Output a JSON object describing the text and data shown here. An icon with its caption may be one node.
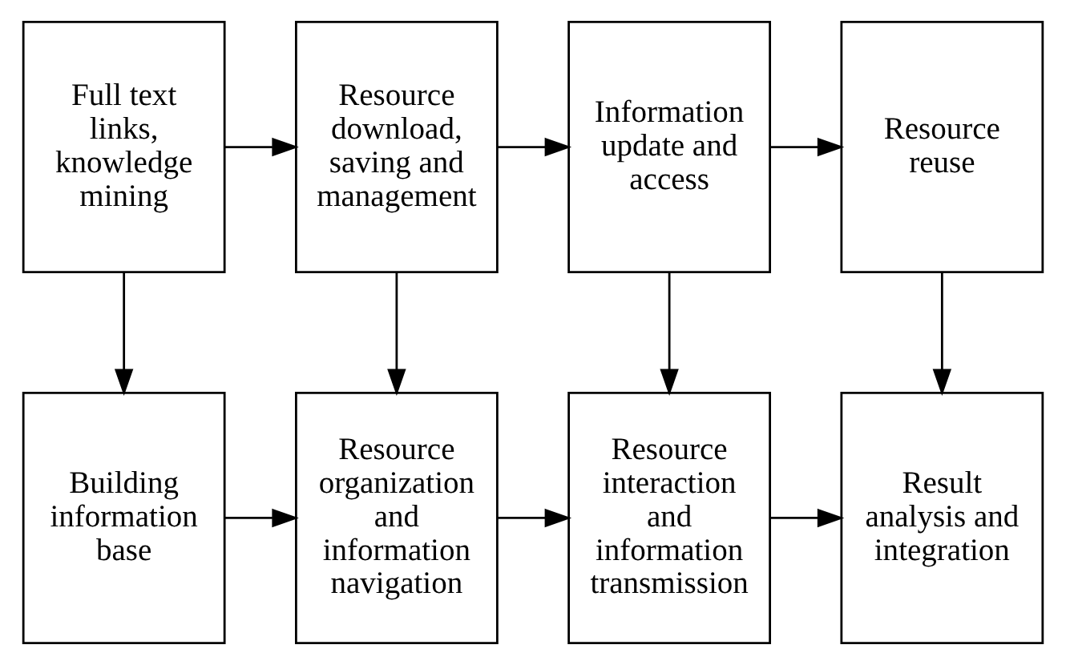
{
  "diagram": {
    "nodes": [
      {
        "text": [
          "Full text links, knowledge mining"
        ]
      },
      {
        "text": [
          "Resource download, saving and management"
        ]
      },
      {
        "text": [
          "Information update and access"
        ]
      },
      {
        "text": [
          "Resource reuse"
        ]
      },
      {
        "text": [
          "Building information base"
        ]
      },
      {
        "text": [
          "Resource organization and information navigation"
        ]
      },
      {
        "text": [
          "Resource interaction and information transmission"
        ]
      },
      {
        "text": [
          "Result analysis and integration"
        ]
      }
    ],
    "edges": [
      {
        "from": 0,
        "to": 1,
        "arrow": "to"
      },
      {
        "from": 1,
        "to": 2,
        "arrow": "to"
      },
      {
        "from": 2,
        "to": 3,
        "arrow": "to"
      },
      {
        "from": 0,
        "to": 4,
        "arrow": "to"
      },
      {
        "from": 1,
        "to": 5,
        "arrow": "to"
      },
      {
        "from": 2,
        "to": 6,
        "arrow": "to"
      },
      {
        "from": 3,
        "to": 7,
        "arrow": "to"
      },
      {
        "from": 4,
        "to": 5,
        "arrow": "to"
      },
      {
        "from": 5,
        "to": 6,
        "arrow": "to"
      },
      {
        "from": 6,
        "to": 7,
        "arrow": "to"
      }
    ]
  }
}
